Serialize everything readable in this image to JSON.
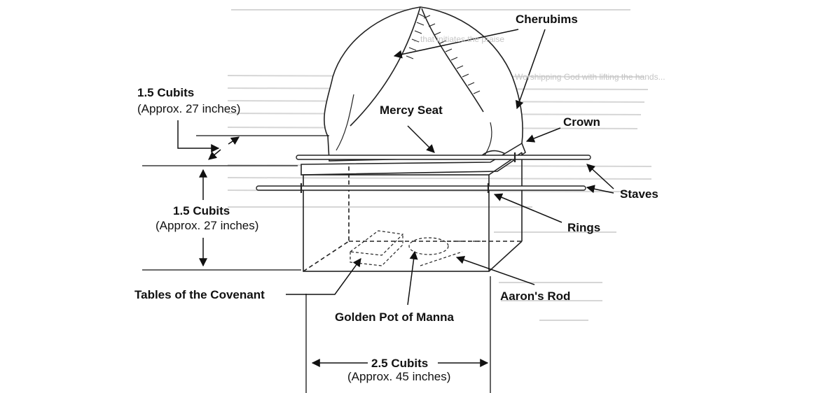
{
  "labels": {
    "cherubims": "Cherubims",
    "mercy_seat": "Mercy Seat",
    "crown": "Crown",
    "staves": "Staves",
    "rings": "Rings",
    "aarons_rod": "Aaron's Rod",
    "golden_pot": "Golden Pot of Manna",
    "tables": "Tables of the Covenant",
    "width_cubits": "2.5 Cubits",
    "width_inches": "(Approx. 45 inches)",
    "height_cubits": "1.5 Cubits",
    "height_inches": "(Approx. 27 inches)",
    "lid_cubits": "1.5 Cubits",
    "lid_inches": "(Approx. 27 inches)"
  },
  "background_text": {
    "praise": "...that initiates the praise",
    "worship": "Worshipping God with lifting the hands..."
  }
}
